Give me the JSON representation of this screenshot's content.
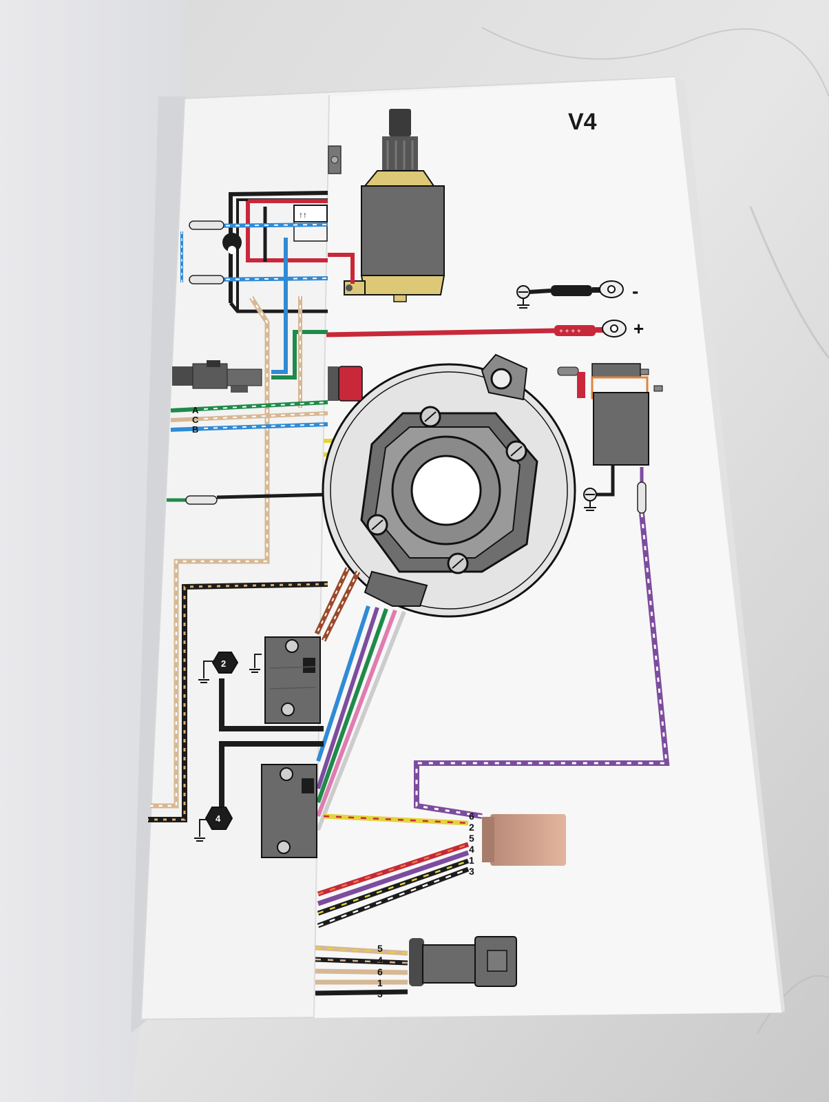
{
  "page": {
    "title": "V4",
    "battery": {
      "negative_label": "-",
      "positive_label": "+"
    },
    "left_connector_pins": [
      "A",
      "C",
      "B"
    ],
    "coil_numbers": [
      "2",
      "4"
    ],
    "connector_6pin_pins": [
      "6",
      "2",
      "5",
      "4",
      "1",
      "3"
    ],
    "connector_5pin_pins": [
      "5",
      "4",
      "6",
      "1",
      "3"
    ]
  },
  "colors": {
    "black": "#1c1c1c",
    "red": "#c8283a",
    "blue": "#2f8bd6",
    "green": "#1f8a4a",
    "tan": "#d6b894",
    "purple": "#7d4c9e",
    "yellow": "#e4d33a",
    "orange": "#e0833a",
    "pink": "#e07bb0",
    "starter_yellow": "#dcc877",
    "component_gray": "#6f6f6f"
  }
}
